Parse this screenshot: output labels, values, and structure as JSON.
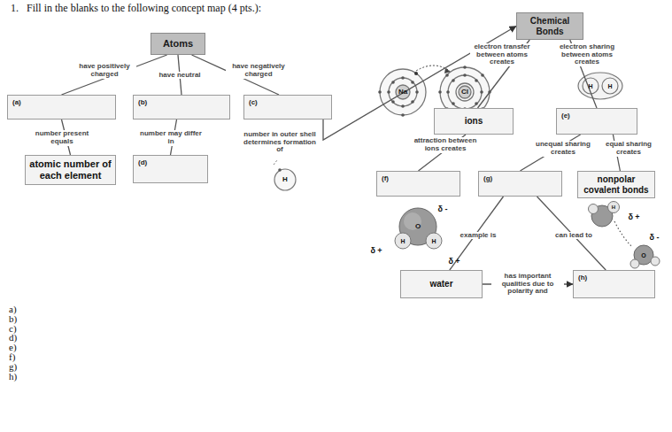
{
  "diagram": {
    "title": "1.   Fill in the blanks to the following concept map (4 pts.):",
    "nodes": [
      {
        "text": [
          "Atoms"
        ]
      },
      {
        "text": [
          "(a)"
        ]
      },
      {
        "text": [
          "(b)"
        ]
      },
      {
        "text": [
          "(c)"
        ]
      },
      {
        "text": [
          "atomic number of each element"
        ]
      },
      {
        "text": [
          "(d)"
        ]
      },
      {
        "text": [
          "Chemical Bonds"
        ]
      },
      {
        "text": [
          "ions"
        ]
      },
      {
        "text": [
          "(e)"
        ]
      },
      {
        "text": [
          "(f)"
        ]
      },
      {
        "text": [
          "(g)"
        ]
      },
      {
        "text": [
          "nonpolar covalent bonds"
        ]
      },
      {
        "text": [
          "water"
        ]
      },
      {
        "text": [
          "(h)"
        ]
      }
    ],
    "edges": [
      {
        "from": 0,
        "to": 1,
        "label": "have positively charged",
        "arrow": "none"
      },
      {
        "from": 0,
        "to": 2,
        "label": "have neutral",
        "arrow": "none"
      },
      {
        "from": 0,
        "to": 3,
        "label": "have negatively charged",
        "arrow": "none"
      },
      {
        "from": 1,
        "to": 4,
        "label": "number present equals",
        "arrow": "none"
      },
      {
        "from": 2,
        "to": 5,
        "label": "number may differ in",
        "arrow": "none"
      },
      {
        "from": 3,
        "to": 6,
        "label": "number in outer shell determines formation of",
        "arrow": "to"
      },
      {
        "from": 6,
        "to": 7,
        "label": "electron transfer between atoms creates",
        "arrow": "none"
      },
      {
        "from": 6,
        "to": 8,
        "label": "electron sharing between atoms creates",
        "arrow": "none"
      },
      {
        "from": 7,
        "to": 9,
        "label": "attraction between ions creates",
        "arrow": "none"
      },
      {
        "from": 8,
        "to": 10,
        "label": "unequal sharing creates",
        "arrow": "none"
      },
      {
        "from": 8,
        "to": 11,
        "label": "equal sharing creates",
        "arrow": "none"
      },
      {
        "from": 10,
        "to": 12,
        "label": "example is",
        "arrow": "none"
      },
      {
        "from": 10,
        "to": 13,
        "label": "can lead to",
        "arrow": "none"
      },
      {
        "from": 12,
        "to": 13,
        "label": "has important qualities due to polarity and",
        "arrow": "to"
      }
    ],
    "labels": [
      "a)",
      "b)",
      "c)",
      "d)",
      "e)",
      "f)",
      "g)",
      "h)",
      "Na",
      "Cl",
      "H",
      "H",
      "H",
      "O",
      "H",
      "H",
      "δ -",
      "δ +",
      "δ +",
      "H",
      "δ +",
      "δ -",
      "O"
    ]
  }
}
